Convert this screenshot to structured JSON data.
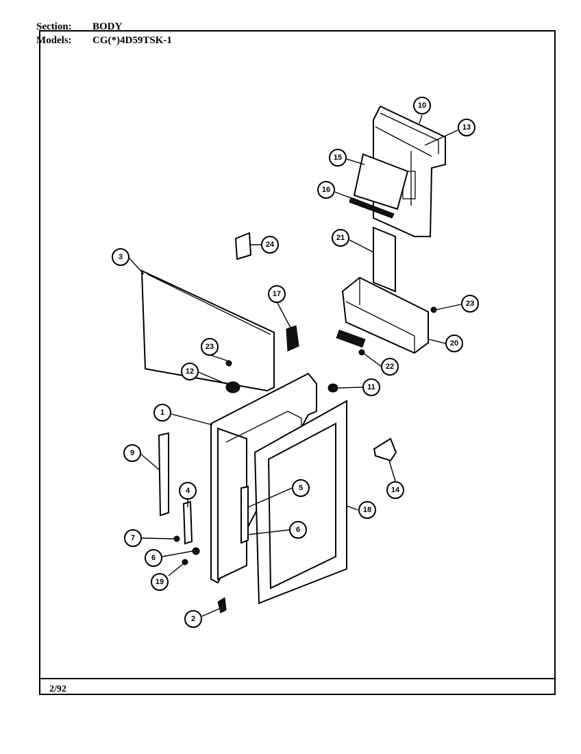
{
  "header": {
    "section_label": "Section:",
    "section_value": "BODY",
    "models_label": "Models:",
    "models_value": "CG(*)4D59TSK-1"
  },
  "footer": {
    "date": "2/92"
  },
  "callouts": [
    "10",
    "13",
    "15",
    "16",
    "21",
    "24",
    "3",
    "17",
    "23",
    "20",
    "22",
    "11",
    "23",
    "12",
    "1",
    "9",
    "4",
    "5",
    "6",
    "7",
    "6",
    "19",
    "18",
    "14",
    "2"
  ]
}
